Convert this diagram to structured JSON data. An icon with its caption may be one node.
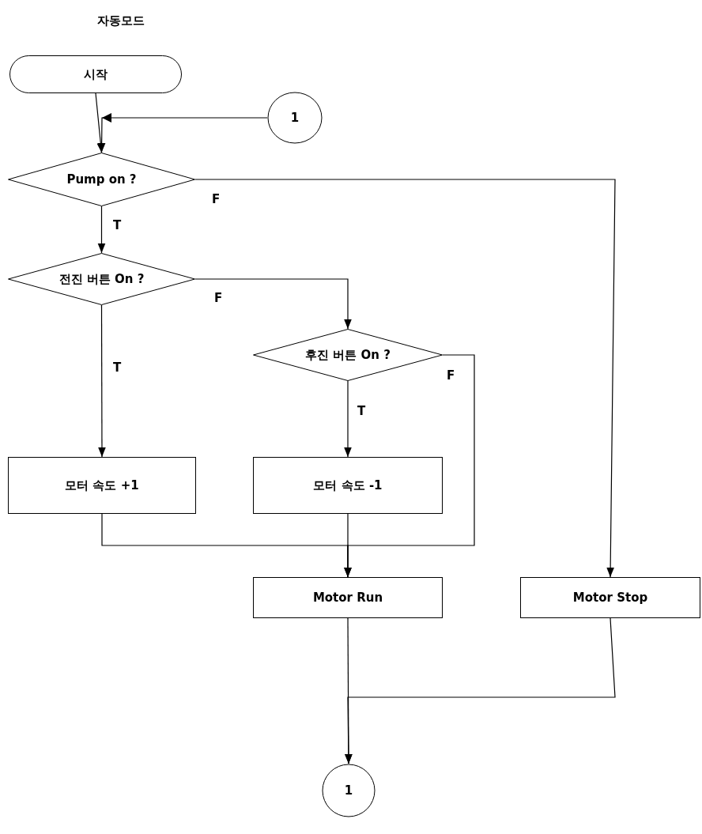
{
  "diagram": {
    "title": "자동모드",
    "nodes": [
      {
        "text": [
          "시작"
        ]
      },
      {
        "text": [
          "1"
        ]
      },
      {
        "text": [
          "Pump on ?"
        ]
      },
      {
        "text": [
          "전진 버튼 On ?"
        ]
      },
      {
        "text": [
          "후진 버튼 On ?"
        ]
      },
      {
        "text": [
          "모터 속도 +1"
        ]
      },
      {
        "text": [
          "모터 속도 -1"
        ]
      },
      {
        "text": [
          "Motor Run"
        ]
      },
      {
        "text": [
          "Motor Stop"
        ]
      },
      {
        "text": [
          "1"
        ]
      }
    ],
    "edges": [
      {
        "from": 0,
        "to": 2,
        "arrow": "to"
      },
      {
        "from": 1,
        "to": 2,
        "arrow": "to"
      },
      {
        "from": 2,
        "to": 3,
        "arrow": "to",
        "label": "T"
      },
      {
        "from": 2,
        "to": 8,
        "arrow": "to",
        "label": "F"
      },
      {
        "from": 3,
        "to": 5,
        "arrow": "to",
        "label": "T"
      },
      {
        "from": 3,
        "to": 4,
        "arrow": "to",
        "label": "F"
      },
      {
        "from": 4,
        "to": 6,
        "arrow": "to",
        "label": "T"
      },
      {
        "from": 4,
        "to": 7,
        "arrow": "to",
        "label": "F"
      },
      {
        "from": 5,
        "to": 7,
        "arrow": "to"
      },
      {
        "from": 6,
        "to": 7,
        "arrow": "to"
      },
      {
        "from": 7,
        "to": 9,
        "arrow": "to"
      },
      {
        "from": 8,
        "to": 9,
        "arrow": "to"
      }
    ]
  }
}
